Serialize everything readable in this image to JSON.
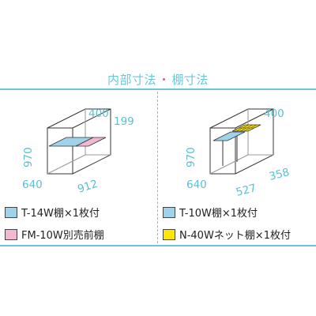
{
  "title": {
    "left": "内部寸法",
    "separator": "・",
    "right": "棚寸法"
  },
  "left_diagram": {
    "dims": {
      "top_a": "400",
      "top_b": "199",
      "height": "970",
      "depth": "640",
      "width": "912"
    },
    "shelf_colors": {
      "main": "#9ed3ea",
      "extra": "#f2b8d2"
    }
  },
  "right_diagram": {
    "dims": {
      "top_a": "400",
      "height": "970",
      "depth": "640",
      "width_a": "527",
      "width_b": "358"
    },
    "shelf_colors": {
      "main": "#9ed3ea",
      "net": "#ffe600"
    }
  },
  "legend": {
    "left": [
      {
        "label": "T-14W棚×1枚付",
        "color": "#9ed3ea"
      },
      {
        "label": "FM-10W別売前棚",
        "color": "#f2b8d2"
      }
    ],
    "right": [
      {
        "label": "T-10W棚×1枚付",
        "color": "#9ed3ea"
      },
      {
        "label": "N-40Wネット棚×1枚付",
        "color": "#ffe600"
      }
    ]
  }
}
